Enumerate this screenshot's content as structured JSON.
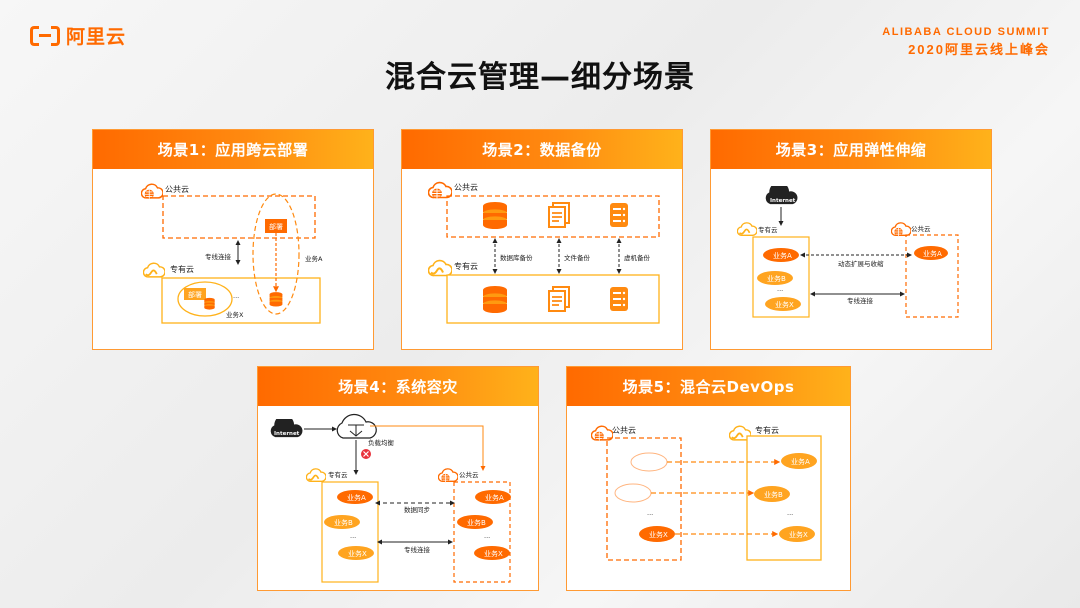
{
  "brand": {
    "logo_text": "阿里云",
    "summit_en": "ALIBABA CLOUD SUMMIT",
    "summit_cn": "2020阿里云线上峰会"
  },
  "page_title": "混合云管理—细分场景",
  "colors": {
    "accent": "#ff6a00",
    "accent_light": "#ffb21a",
    "pill_dark": "#ff6a00",
    "pill_light": "#ffa420"
  },
  "scenarios": [
    {
      "title": "场景1：应用跨云部署",
      "public_cloud": "公共云",
      "private_cloud": "专有云",
      "dedicated_line": "专线连接",
      "service_a": "业务A",
      "service_x": "业务X",
      "deploy_tag": "部署",
      "deploy_tag2": "部署",
      "ellipsis": "···"
    },
    {
      "title": "场景2：数据备份",
      "public_cloud": "公共云",
      "private_cloud": "专有云",
      "db_backup": "数据库备份",
      "file_backup": "文件备份",
      "vm_backup": "虚机备份"
    },
    {
      "title": "场景3：应用弹性伸缩",
      "internet": "Internet",
      "private_cloud": "专有云",
      "public_cloud": "公共云",
      "svc_a": "业务A",
      "svc_b": "业务B",
      "svc_x": "业务X",
      "ellipsis": "···",
      "auto_scale": "动态扩展与收缩",
      "dedicated_line": "专线连接",
      "public_svc_a": "业务A"
    },
    {
      "title": "场景4：系统容灾",
      "internet": "Internet",
      "load_balance": "负载均衡",
      "private_cloud": "专有云",
      "public_cloud": "公共云",
      "svc_a": "业务A",
      "svc_b": "业务B",
      "svc_x": "业务X",
      "ellipsis": "···",
      "data_sync": "数据同步",
      "dedicated_line": "专线连接",
      "pub_a": "业务A",
      "pub_b": "业务B",
      "pub_x": "业务X"
    },
    {
      "title": "场景5：混合云DevOps",
      "public_cloud": "公共云",
      "private_cloud": "专有云",
      "svc_a": "业务A",
      "svc_b": "业务B",
      "svc_x": "业务X",
      "pub_x": "业务X",
      "ellipsis": "···"
    }
  ]
}
